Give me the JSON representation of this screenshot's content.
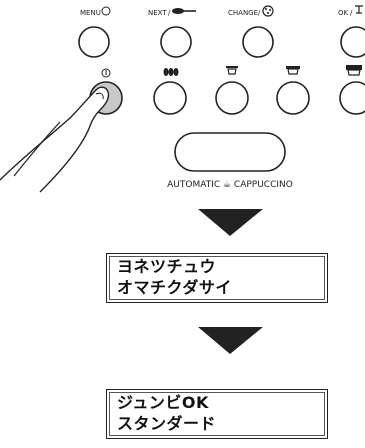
{
  "buttons_top": [
    {
      "label": "MENU",
      "icon": "circle-icon"
    },
    {
      "label": "NEXT",
      "icon": "spoon-icon"
    },
    {
      "label": "CHANGE",
      "icon": "dial-icon"
    },
    {
      "label": "OK",
      "icon": "tap-icon"
    }
  ],
  "buttons_bottom": [
    {
      "label": "",
      "icon": "power-icon"
    },
    {
      "label": "",
      "icon": "beans-icon"
    },
    {
      "label": "",
      "icon": "small-cup-icon"
    },
    {
      "label": "",
      "icon": "medium-cup-icon"
    },
    {
      "label": "",
      "icon": "large-cup-icon"
    }
  ],
  "cappuccino_label": "AUTOMATIC ☕ CAPPUCCINO",
  "display_warming": {
    "line1": "ヨネツチュウ",
    "line2": "オマチクダサイ"
  },
  "display_ready": {
    "line1": "ジュンビOK",
    "line2": "スタンダード"
  }
}
